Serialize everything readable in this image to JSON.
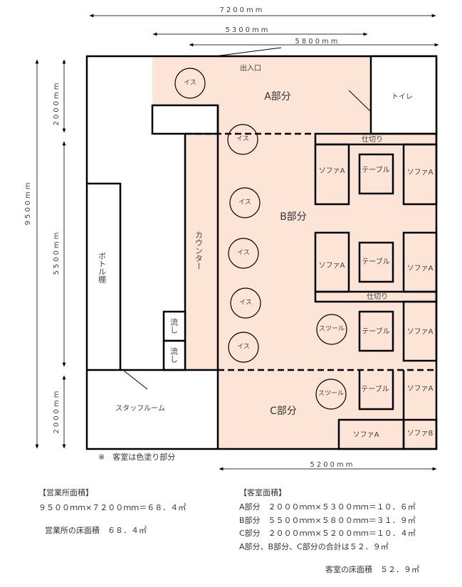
{
  "colors": {
    "guest_fill": "#fce4d6",
    "line": "#000000",
    "text": "#404040"
  },
  "dimensions": {
    "top_total": "7200mm",
    "top_a": "5300mm",
    "top_b": "5800mm",
    "left_total": "9500mm",
    "left_a": "2000mm",
    "left_b": "5500mm",
    "left_c": "2000mm",
    "bottom_c": "5200mm"
  },
  "areas": {
    "a": "A部分",
    "b": "B部分",
    "c": "C部分"
  },
  "rooms": {
    "entrance": "出入口",
    "toilet": "トイレ",
    "counter": "カウンター",
    "bottle_shelf": "ボトル棚",
    "sink": "流し",
    "staff_room": "スタッフルーム"
  },
  "furniture": {
    "chair": "イス",
    "stool": "スツール",
    "table": "テーブル",
    "sofa_a": "ソファA",
    "sofa_b": "ソファB",
    "partition": "仕切り"
  },
  "note": "※　客室は色塗り部分",
  "business_area": {
    "heading": "【営業所面積】",
    "formula": "９５００ｍｍ×７２００ｍｍ＝６８．４㎡",
    "total": "営業所の床面積　６８．４㎡"
  },
  "guest_area": {
    "heading": "【客室面積】",
    "rows": [
      "A部分　２０００ｍｍ×５３００ｍｍ＝１０．６㎡",
      "B部分　５５００ｍｍ×５８００ｍｍ＝３１．９㎡",
      "C部分　２０００ｍｍ×５２００ｍｍ＝１０．４㎡"
    ],
    "sum": "A部分、B部分、C部分の合計は５２．９㎡",
    "total": "客室の床面積　５２．９㎡"
  }
}
